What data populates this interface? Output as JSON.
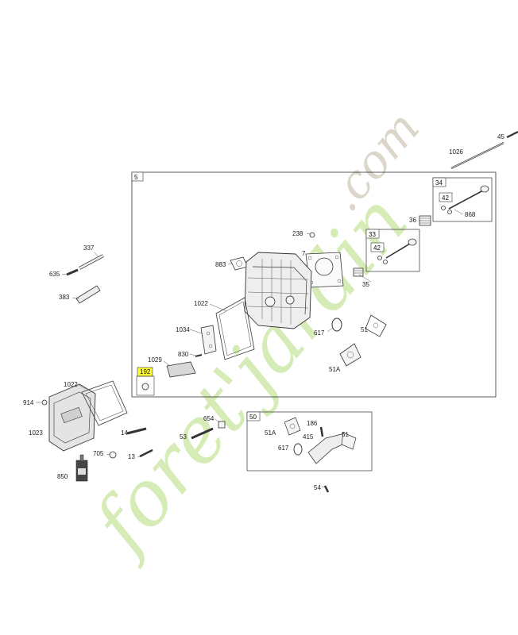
{
  "labels": {
    "l45": "45",
    "l1026": "1026",
    "l5": "5",
    "l34": "34",
    "l42a": "42",
    "l868": "868",
    "l36": "36",
    "l238": "238",
    "l33": "33",
    "l42b": "42",
    "l7": "7",
    "l883": "883",
    "l35": "35",
    "l1022a": "1022",
    "l617a": "617",
    "l51a": "51",
    "l1034": "1034",
    "l830": "830",
    "l1029": "1029",
    "l51A": "51A",
    "l192": "192",
    "l337": "337",
    "l635": "635",
    "l383": "383",
    "l914": "914",
    "l1022b": "1022",
    "l1023": "1023",
    "l14": "14",
    "l654": "654",
    "l53": "53",
    "l705": "705",
    "l13": "13",
    "l850": "850",
    "l50": "50",
    "l186": "186",
    "l51Ab": "51A",
    "l415": "415",
    "l51b": "51",
    "l617b": "617",
    "l54": "54"
  },
  "watermark": {
    "text1": "foret'jardin",
    "text2": ".com"
  },
  "colors": {
    "highlight": "#ffff33",
    "watermark_green": "#c9e6a0",
    "watermark_tan": "#cfc9b8"
  }
}
